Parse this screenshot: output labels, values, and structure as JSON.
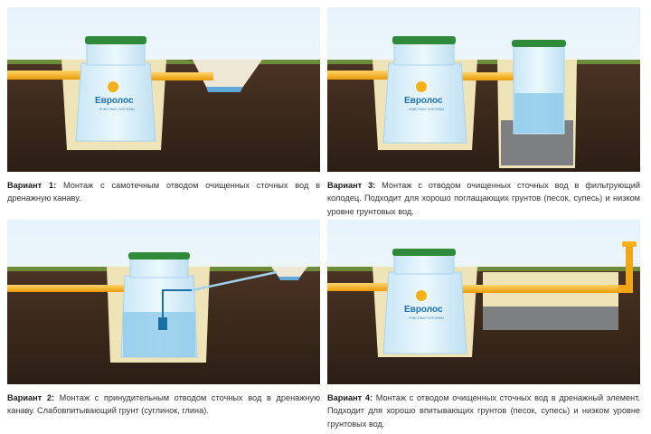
{
  "panels": [
    {
      "id": "variant-1",
      "brand": "Евролос",
      "brand_sub": "очистные системы",
      "title": "Вариант 1:",
      "text": "Монтаж с самотечным отводом очищенных сточных вод в дренажную канаву."
    },
    {
      "id": "variant-3",
      "brand": "Евролос",
      "brand_sub": "очистные системы",
      "title": "Вариант 3:",
      "text": "Монтаж с отводом очищенных сточных вод в фильтрующий колодец. Подходит для хорошо поглащающих грунтов (песок, супесь) и низком уровне грунтовых вод."
    },
    {
      "id": "variant-2",
      "title": "Вариант 2:",
      "text": "Монтаж с принудительным отводом сточных вод в дренажную канаву. Слабовпитывающий грунт (суглинок, глина)."
    },
    {
      "id": "variant-4",
      "brand": "Евролос",
      "brand_sub": "очистные системы",
      "title": "Вариант 4:",
      "text": "Монтаж с отводом очищенных сточных вод в дренажный элемент. Подходит для хорошо впитывающих грунтов (песок, супесь) и низком уровне грунтовых вод."
    }
  ],
  "colors": {
    "sky": "#eef6fb",
    "soil": "#3d2a1d",
    "sand": "#efe3b8",
    "pipe": "#f5b117",
    "tank": "#d7eefa",
    "lid": "#2f8a3c",
    "water": "#8fcbea",
    "gravel": "#7d7f80"
  }
}
